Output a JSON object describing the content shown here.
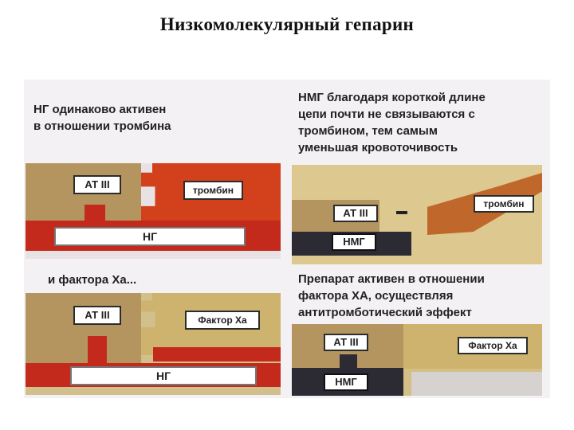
{
  "slide": {
    "title": "Низкомолекулярный гепарин"
  },
  "captions": {
    "top_left": "НГ одинаково активен\nв отношении тромбина",
    "middle_left": "и фактора Ха...",
    "top_right": "НМГ благодаря короткой длине\nцепи почти не связываются с\nтромбином, тем самым\nуменьшая кровоточивость",
    "middle_right": "Препарат активен в отношении\nфактора ХА, осуществляя\nантитромботический эффект"
  },
  "panels": {
    "top_left": {
      "at": "АТ III",
      "enzyme": "тромбин",
      "chain": "НГ"
    },
    "top_right": {
      "at": "АТ III",
      "enzyme": "тромбин",
      "chain": "НМГ"
    },
    "bottom_left": {
      "at": "АТ III",
      "enzyme": "Фактор Ха",
      "chain": "НГ"
    },
    "bottom_right": {
      "at": "АТ III",
      "enzyme": "Фактор Ха",
      "chain": "НМГ"
    }
  },
  "colors": {
    "at_block": "#b49560",
    "thrombin": "#d2401c",
    "factor_xa": "#cdb36e",
    "heparin_red": "#c42a1c",
    "lmwh_dark": "#2c2a33",
    "bg_tan": "#ddc890"
  }
}
